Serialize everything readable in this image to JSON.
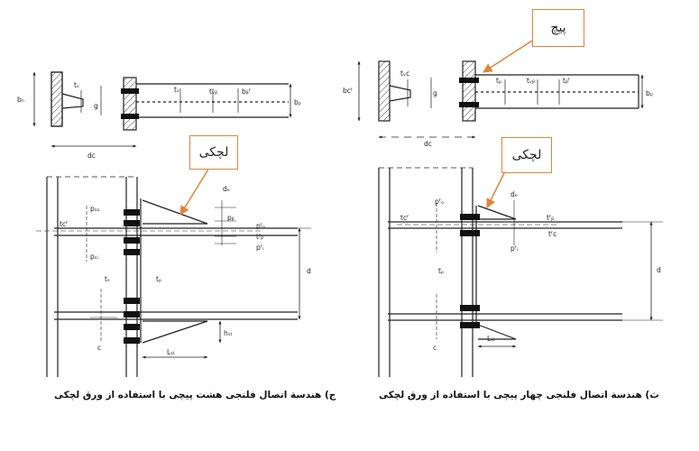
{
  "left_figure": {
    "caption": "ج) هندسة اتصال فلنجی هشت پیچی با استفاده از ورق لچکی",
    "callout": "لچکی",
    "top_labels": {
      "b": "bₙ",
      "t_w": "tᵥ",
      "g": "g",
      "t_s": "tₛ",
      "t_wb": "tᵥᵦ",
      "b_bf": "bᵦᶠ",
      "b_p": "bₚ",
      "d": "dᴄ"
    },
    "elev_labels": {
      "d_e": "dₑ",
      "p_so": "pₛₒ",
      "p_b": "pᵦ",
      "p_fo": "pᶠₒ",
      "t_fb": "tᶠᵦ",
      "p_fi": "pᶠᵢ",
      "p_si": "pₛᵢ",
      "t_cf": "tᴄᶠ",
      "t_s": "tₛ",
      "t_p": "tₚ",
      "d": "d",
      "c": "c",
      "h_st": "hₛₜ",
      "L_st": "Lₛₜ"
    }
  },
  "right_figure": {
    "caption": "ث) هندسة اتصال فلنجی چهار پیچی با استفاده از ورق لچکی",
    "callout_bolt": "پیچ",
    "callout_stiffener": "لچکی",
    "top_labels": {
      "b_cf": "bᴄᶠ",
      "t_wc": "tᵥᴄ",
      "g": "g",
      "t_p": "tₚ",
      "t_wb": "tᵥᵦ",
      "t_bf": "tᵦᶠ",
      "b_p": "bₚ",
      "d_c": "dᴄ"
    },
    "elev_labels": {
      "d_e": "dₑ",
      "p_fo": "pᶠₒ",
      "t_fb": "tᶠᵦ",
      "p_fi": "pᶠᵢ",
      "t_cf": "tᴄᶠ",
      "t_fc": "tᶠᴄ",
      "t_p": "tₚ",
      "d": "d",
      "c": "c",
      "L_st": "Lₛₜ"
    }
  },
  "colors": {
    "callout_border": "#e0853a",
    "callout_arrow": "#e0853a",
    "line": "#222222"
  }
}
